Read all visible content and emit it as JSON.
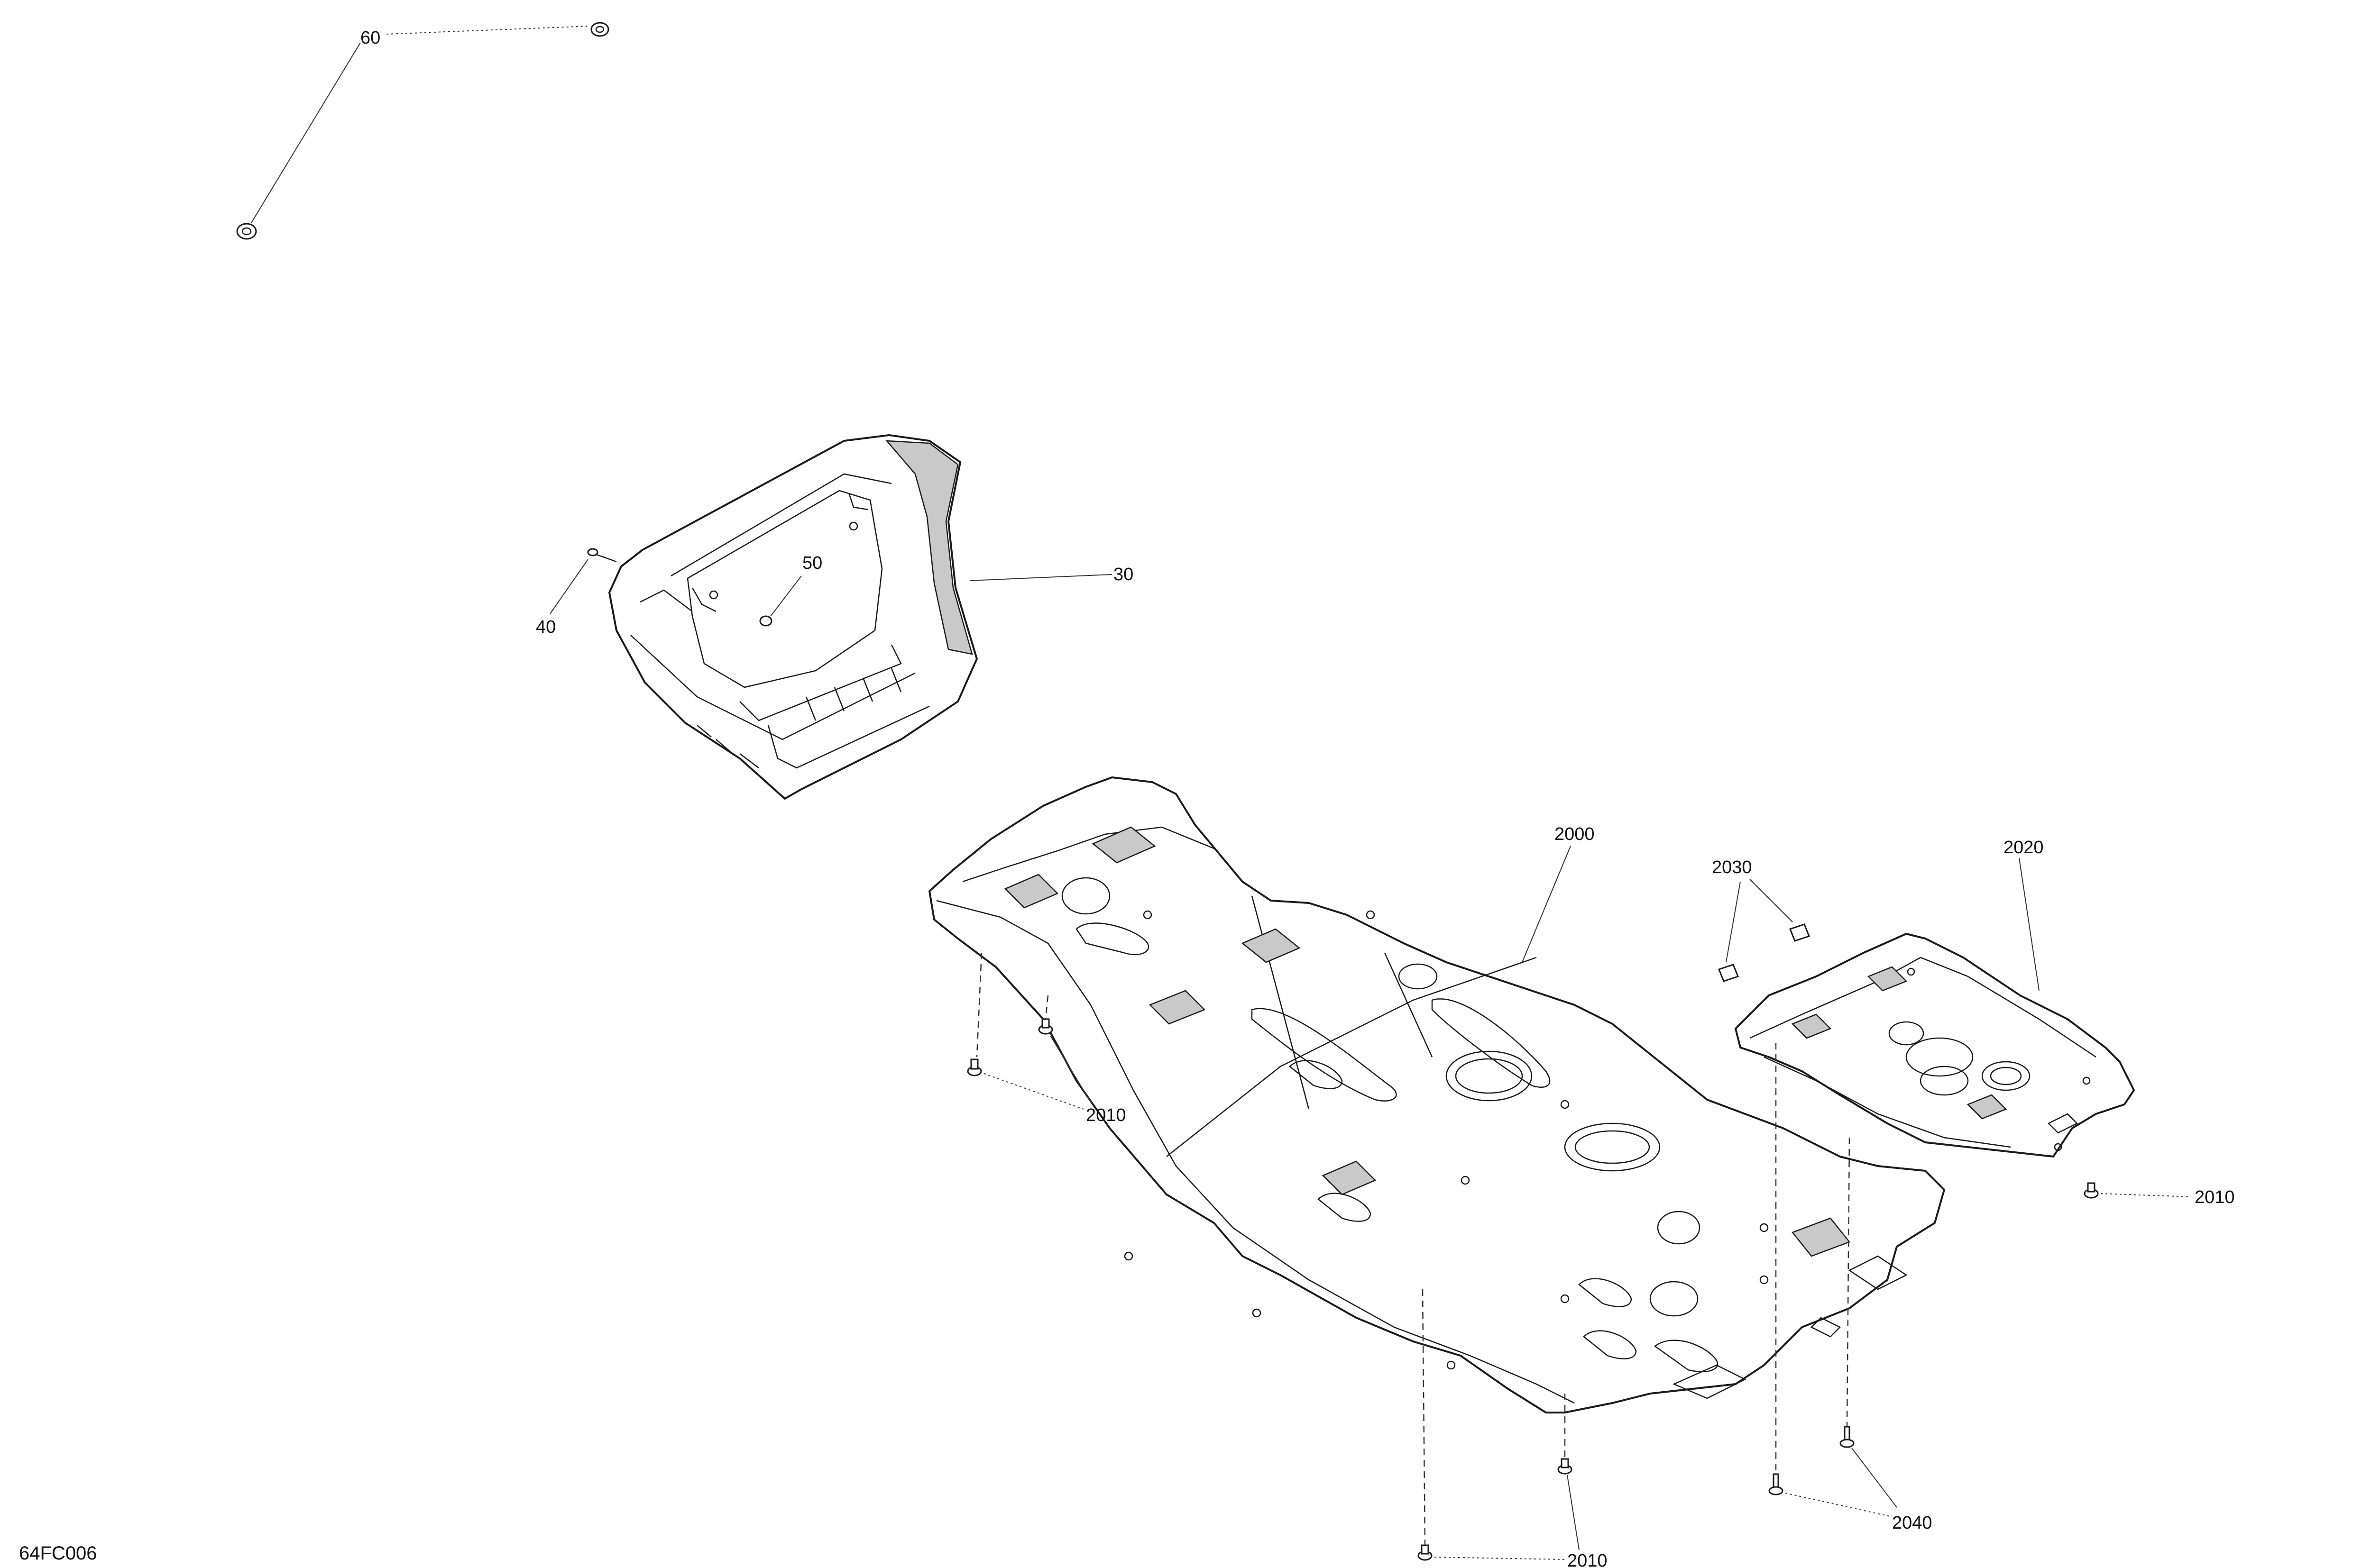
{
  "figure_ref": "64FC006",
  "callouts": {
    "c60": "60",
    "c30": "30",
    "c40": "40",
    "c50": "50",
    "c2000": "2000",
    "c2030": "2030",
    "c2020": "2020",
    "c2010_left": "2010",
    "c2010_right": "2010",
    "c2010_bottom": "2010",
    "c2040": "2040"
  }
}
